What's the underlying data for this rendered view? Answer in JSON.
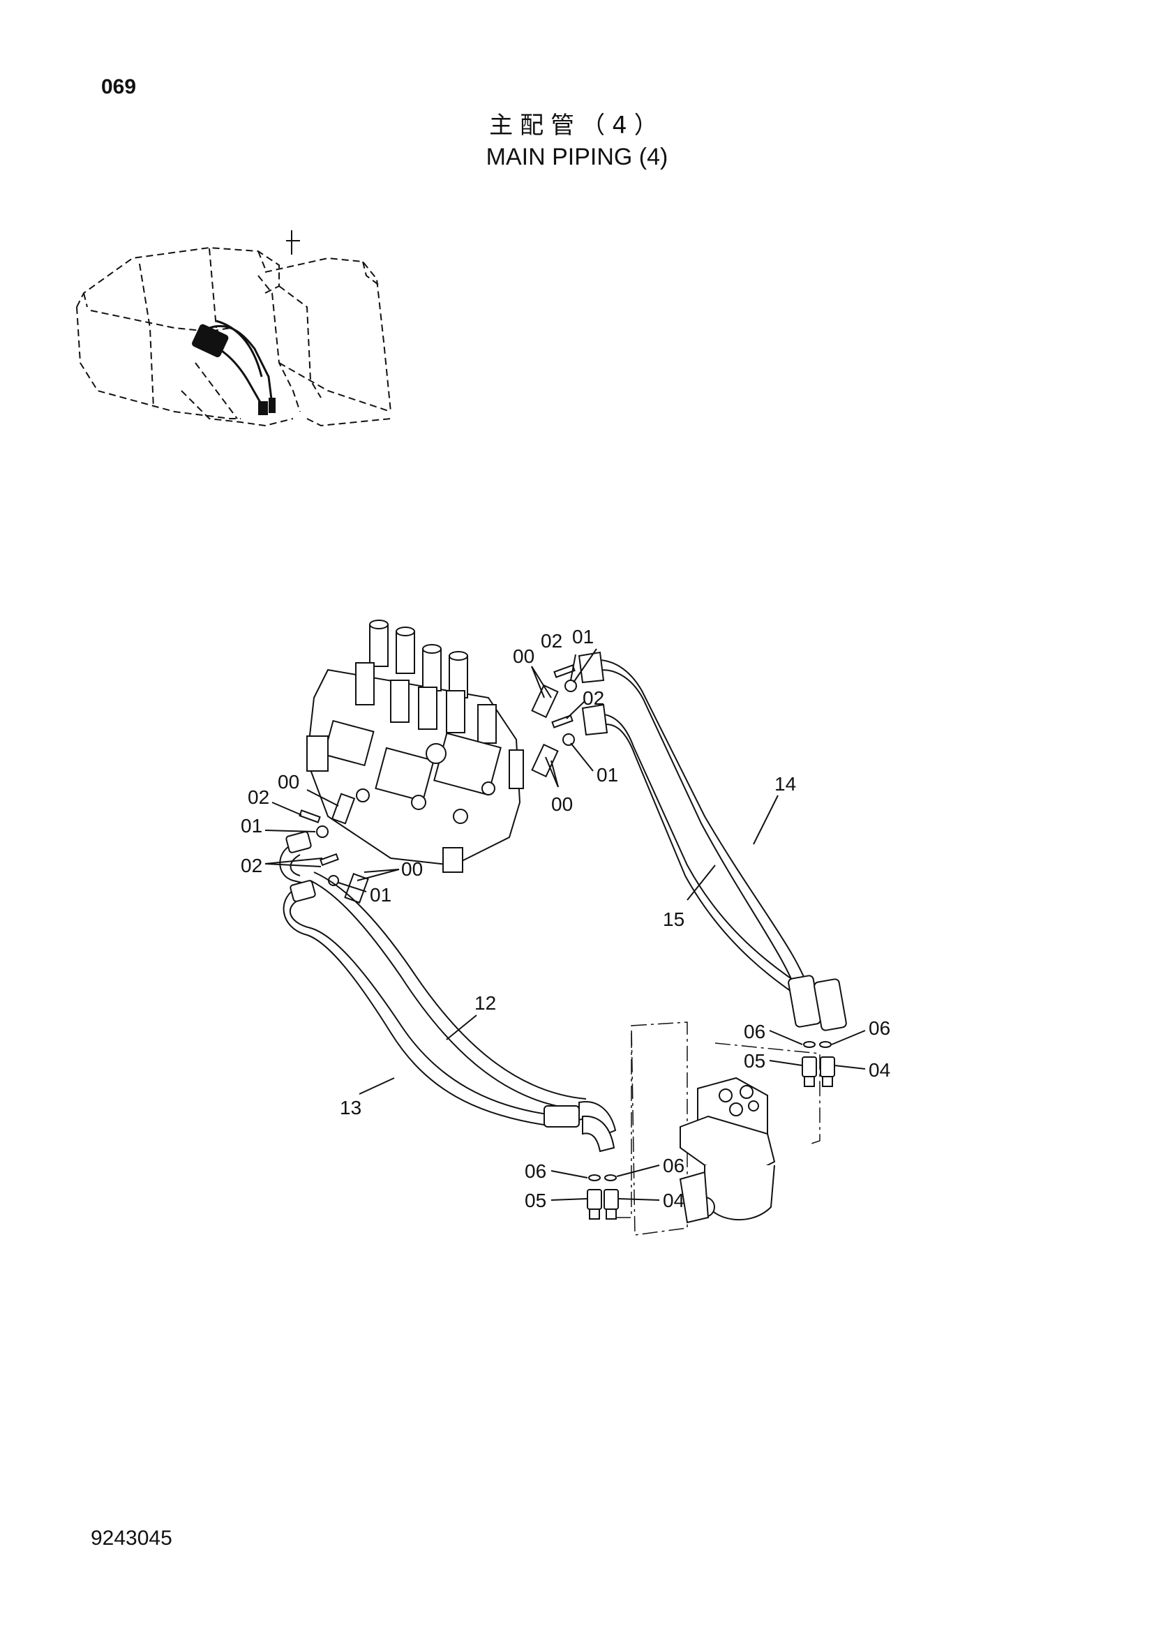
{
  "page": {
    "page_number": "069",
    "title_jp": "主配管（4）",
    "title_en": "MAIN PIPING (4)",
    "doc_number": "9243045"
  },
  "callouts": {
    "c00_a": "00",
    "c01_a": "01",
    "c02_a": "02",
    "c02_b": "02",
    "c01_b": "01",
    "c00_b": "00",
    "c02_c": "02",
    "c00_c": "00",
    "c01_c": "01",
    "c02_d": "02",
    "c00_d": "00",
    "c01_d": "01",
    "c14": "14",
    "c15": "15",
    "c12": "12",
    "c13": "13",
    "c06_a": "06",
    "c06_b": "06",
    "c05_a": "05",
    "c04_a": "04",
    "c06_c": "06",
    "c06_d": "06",
    "c05_b": "05",
    "c04_b": "04"
  }
}
